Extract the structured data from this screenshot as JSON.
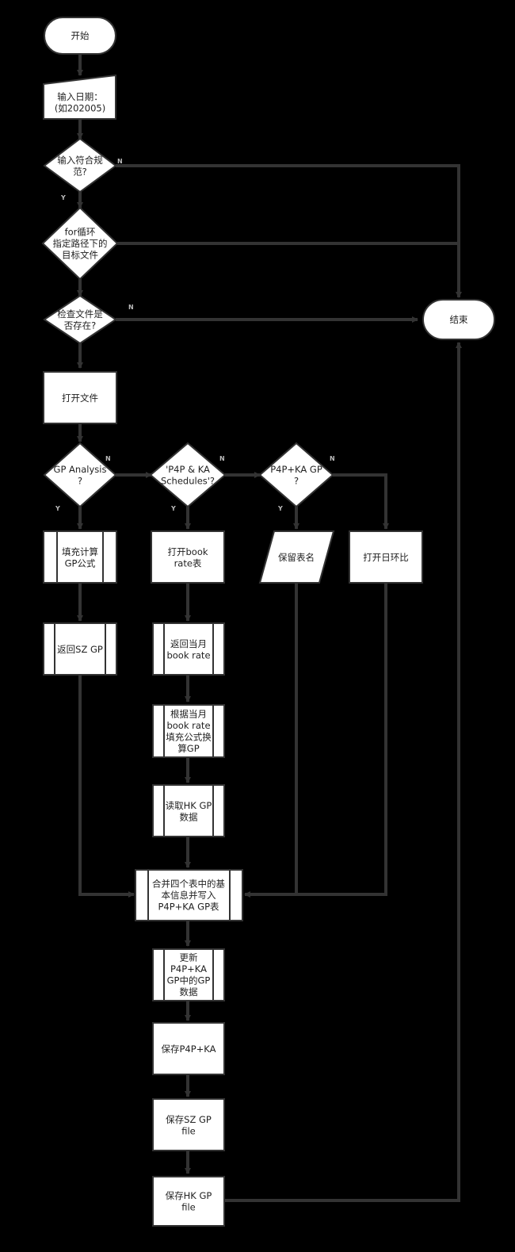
{
  "nodes": {
    "start": [
      "开始"
    ],
    "input_date": [
      "输入日期：",
      "(如202005)"
    ],
    "check_format": [
      "输入符合规",
      "范?"
    ],
    "for_loop": [
      "for循环",
      "指定路径下的",
      "目标文件"
    ],
    "check_exists": [
      "检查文件是",
      "否存在?"
    ],
    "end": [
      "结束"
    ],
    "open_file": [
      "打开文件"
    ],
    "gp_analysis": [
      "GP Analysis",
      "?"
    ],
    "p4p_schedules": [
      "'P4P & KA",
      "Schedules'?"
    ],
    "p4p_ka_gp": [
      "P4P+KA GP",
      "?"
    ],
    "fill_gp": [
      "填充计算",
      "GP公式"
    ],
    "open_book_rate": [
      "打开book",
      "rate表"
    ],
    "keep_name": [
      "保留表名"
    ],
    "open_ring": [
      "打开日环比"
    ],
    "return_sz_gp": [
      "返回SZ GP"
    ],
    "return_book_rate": [
      "返回当月",
      "book rate"
    ],
    "calc_gp": [
      "根据当月",
      "book rate",
      "填充公式换",
      "算GP"
    ],
    "read_hk": [
      "读取HK GP",
      "数据"
    ],
    "merge": [
      "合并四个表中的基",
      "本信息并写入",
      "P4P+KA GP表"
    ],
    "update_gp": [
      "更新",
      "P4P+KA",
      "GP中的GP",
      "数据"
    ],
    "save_p4p": [
      "保存P4P+KA"
    ],
    "save_sz": [
      "保存SZ GP",
      "file"
    ],
    "save_hk": [
      "保存HK GP",
      "file"
    ]
  },
  "branch_labels": {
    "yes": "Y",
    "no": "N"
  }
}
